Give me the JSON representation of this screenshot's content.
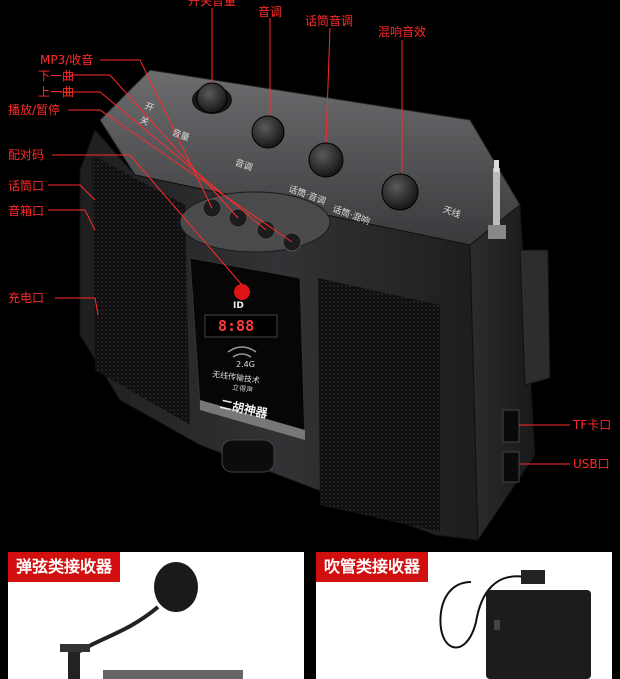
{
  "callouts": {
    "power_volume": "开关音量",
    "tone": "音调",
    "mic_tone": "话筒音调",
    "reverb": "混响音效",
    "mp3_radio": "MP3/收音",
    "next": "下一曲",
    "prev": "上一曲",
    "play_pause": "播放/暂停",
    "pair": "配对码",
    "mic_port": "话筒口",
    "speaker_port": "音箱口",
    "charge_port": "充电口",
    "tf_slot": "TF卡口",
    "usb_slot": "USB口"
  },
  "device": {
    "knob_labels": [
      "开",
      "关",
      "音量",
      "音调",
      "话筒·音调",
      "话筒·混响",
      "天线"
    ],
    "display_id": "ID",
    "display_digits": "8:88",
    "wireless_freq": "2.4G",
    "wireless_text": "无线传输技术",
    "brand_small": "立得声",
    "product_name": "二胡神器"
  },
  "panels": {
    "left_tag": "弹弦类接收器",
    "right_tag": "吹管类接收器"
  },
  "colors": {
    "accent": "#ff2a2a",
    "tag_bg": "#d10f0f",
    "body": "#2a2a2c"
  }
}
